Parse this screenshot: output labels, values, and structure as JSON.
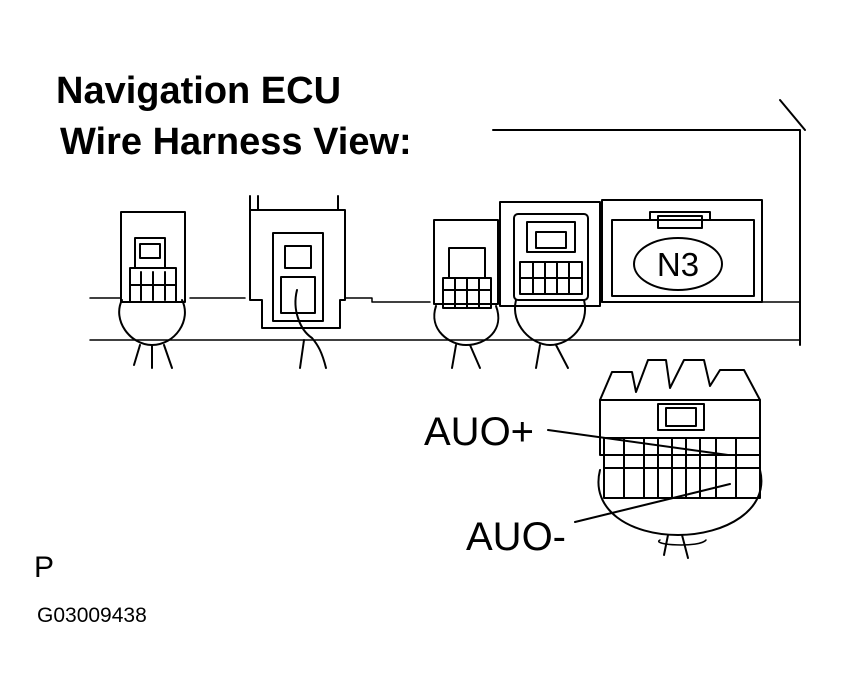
{
  "title": {
    "line1": "Navigation ECU",
    "line2": "Wire Harness View:"
  },
  "connector_label": "N3",
  "terminals": {
    "plus": "AUO+",
    "minus": "AUO-"
  },
  "footer": {
    "prefix": "P",
    "code": "G03009438"
  },
  "colors": {
    "ink": "#000000",
    "background": "#ffffff"
  }
}
